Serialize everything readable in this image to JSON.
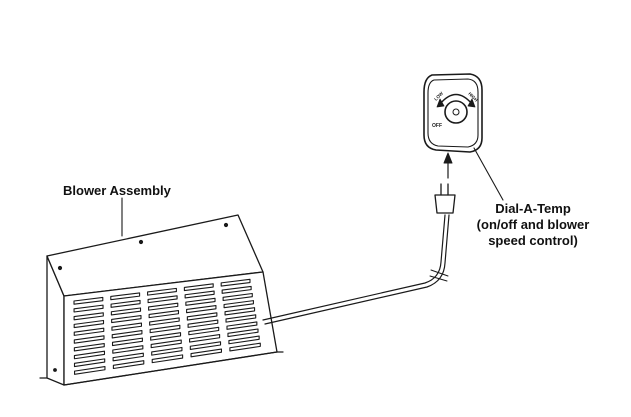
{
  "labels": {
    "blower_assembly": "Blower Assembly",
    "dial_a_temp": {
      "line1": "Dial-A-Temp",
      "line2": "(on/off and blower",
      "line3": "speed control)"
    }
  },
  "dial": {
    "low_label": "LOW",
    "high_label": "HIGH",
    "off_label": "OFF"
  },
  "colors": {
    "line": "#1a1a1a",
    "fill": "#ffffff"
  }
}
